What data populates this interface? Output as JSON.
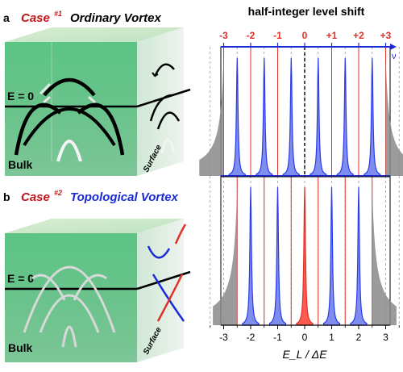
{
  "panel_a": {
    "letter": "a",
    "case_word": "Case",
    "case_sup": "#1",
    "title": "Ordinary Vortex",
    "energy_label": "E = 0",
    "bulk_label": "Bulk",
    "surface_label": "Surface"
  },
  "panel_b": {
    "letter": "b",
    "case_word": "Case",
    "case_sup": "#2",
    "title": "Topological Vortex",
    "energy_label": "E = 0",
    "bulk_label": "Bulk",
    "surface_label": "Surface"
  },
  "right_plot": {
    "top_title": "half-integer level shift",
    "top_axis_labels": [
      "-3",
      "-2",
      "-1",
      "0",
      "+1",
      "+2",
      "+3"
    ],
    "nu_label": "ν",
    "bottom_axis_labels": [
      "-3",
      "-2",
      "-1",
      "0",
      "1",
      "2",
      "3"
    ],
    "xlabel": "E_L / ΔE"
  },
  "colors": {
    "case_red": "#c0161c",
    "topological_blue": "#1a2bd6",
    "peak_blue": "#2a3be8",
    "peak_fill": "#7f8cf0",
    "red_line": "#e0302a",
    "bulk_fill": "#8a8a8a",
    "box_green": "#3cb56a"
  },
  "chart_data": {
    "type": "line",
    "title": "half-integer level shift",
    "xlabel": "E_L / ΔE",
    "xlim": [
      -3.6,
      3.6
    ],
    "top_panel": {
      "peak_positions_blue": [
        -2.5,
        -1.5,
        -0.5,
        0.5,
        1.5,
        2.5
      ],
      "red_reference_lines": [
        -3,
        -2,
        -1,
        1,
        2,
        3
      ],
      "dashed_zero_line": 0,
      "bulk_continuum": "|E| > 3"
    },
    "bottom_panel": {
      "peak_positions_blue": [
        -2,
        -1,
        1,
        2
      ],
      "peak_positions_red": [
        0
      ],
      "red_reference_lines": [
        -2.5,
        -1.5,
        -0.5,
        0.5,
        1.5,
        2.5
      ],
      "bulk_continuum": "|E| > 2.5"
    }
  }
}
